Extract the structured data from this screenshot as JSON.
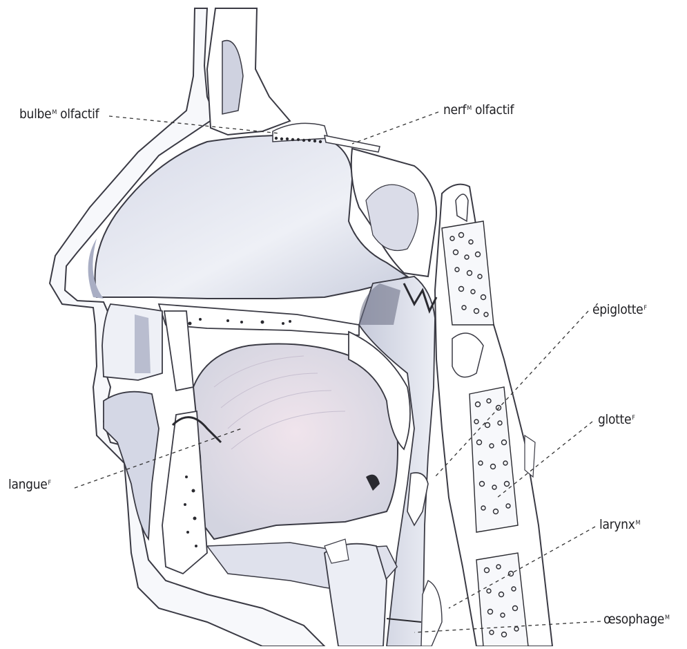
{
  "labels": {
    "bulbe": {
      "text": "bulbe",
      "sup": "M"
    },
    "bulbe_rest": "olfactif",
    "nerf": {
      "text": "nerf",
      "sup": "M"
    },
    "nerf_rest": "olfactif",
    "epiglotte": {
      "text": "épiglotte",
      "sup": "F"
    },
    "glotte": {
      "text": "glotte",
      "sup": "F"
    },
    "langue": {
      "text": "langue",
      "sup": "F"
    },
    "larynx": {
      "text": "larynx",
      "sup": "M"
    },
    "oesophage": {
      "text": "œsophage",
      "sup": "M"
    }
  },
  "colors": {
    "outline": "#3a3a44",
    "cavity": "#dfe1ec",
    "cavity_dark": "#b7bbcd",
    "tongue": "#e6dde6",
    "bone_dot": "#2a2a30",
    "leader": "#333333"
  }
}
